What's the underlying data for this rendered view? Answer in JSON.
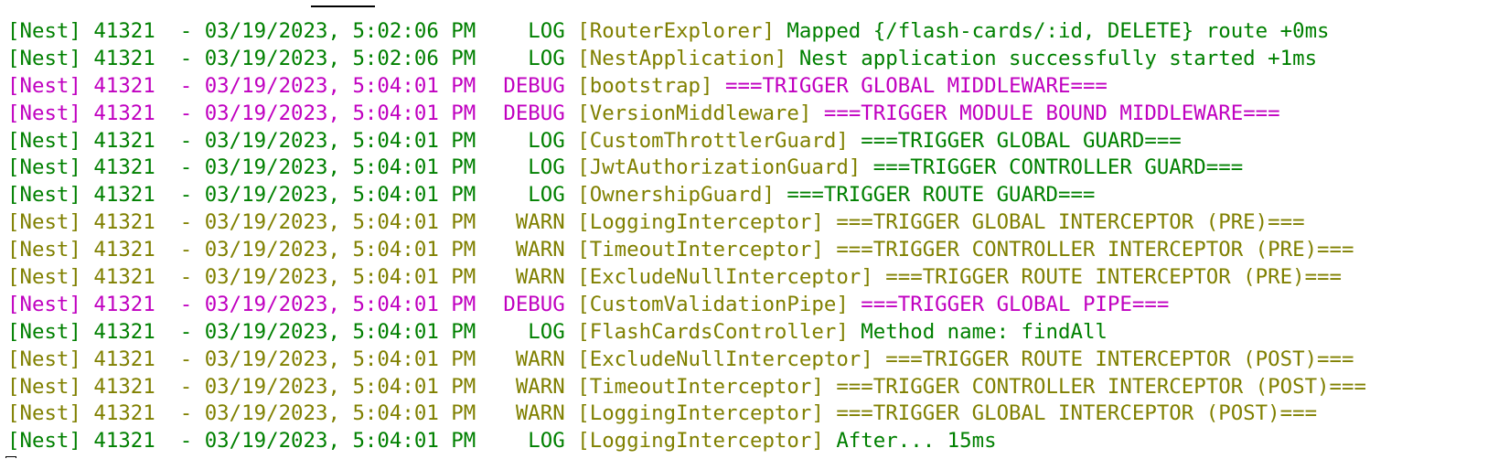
{
  "colors": {
    "log": "#008000",
    "debug": "#c000c0",
    "warn": "#808000",
    "context": "#808000",
    "background": "#ffffff"
  },
  "lines": [
    {
      "prefix": "[Nest] 41321  - ",
      "timestamp": "03/19/2023, 5:02:06 PM",
      "level": "LOG",
      "context": "[RouterExplorer]",
      "message": "Mapped {/flash-cards/:id, DELETE} route +0ms"
    },
    {
      "prefix": "[Nest] 41321  - ",
      "timestamp": "03/19/2023, 5:02:06 PM",
      "level": "LOG",
      "context": "[NestApplication]",
      "message": "Nest application successfully started +1ms"
    },
    {
      "prefix": "[Nest] 41321  - ",
      "timestamp": "03/19/2023, 5:04:01 PM",
      "level": "DEBUG",
      "context": "[bootstrap]",
      "message": "===TRIGGER GLOBAL MIDDLEWARE==="
    },
    {
      "prefix": "[Nest] 41321  - ",
      "timestamp": "03/19/2023, 5:04:01 PM",
      "level": "DEBUG",
      "context": "[VersionMiddleware]",
      "message": "===TRIGGER MODULE BOUND MIDDLEWARE==="
    },
    {
      "prefix": "[Nest] 41321  - ",
      "timestamp": "03/19/2023, 5:04:01 PM",
      "level": "LOG",
      "context": "[CustomThrottlerGuard]",
      "message": "===TRIGGER GLOBAL GUARD==="
    },
    {
      "prefix": "[Nest] 41321  - ",
      "timestamp": "03/19/2023, 5:04:01 PM",
      "level": "LOG",
      "context": "[JwtAuthorizationGuard]",
      "message": "===TRIGGER CONTROLLER GUARD==="
    },
    {
      "prefix": "[Nest] 41321  - ",
      "timestamp": "03/19/2023, 5:04:01 PM",
      "level": "LOG",
      "context": "[OwnershipGuard]",
      "message": "===TRIGGER ROUTE GUARD==="
    },
    {
      "prefix": "[Nest] 41321  - ",
      "timestamp": "03/19/2023, 5:04:01 PM",
      "level": "WARN",
      "context": "[LoggingInterceptor]",
      "message": "===TRIGGER GLOBAL INTERCEPTOR (PRE)==="
    },
    {
      "prefix": "[Nest] 41321  - ",
      "timestamp": "03/19/2023, 5:04:01 PM",
      "level": "WARN",
      "context": "[TimeoutInterceptor]",
      "message": "===TRIGGER CONTROLLER INTERCEPTOR (PRE)==="
    },
    {
      "prefix": "[Nest] 41321  - ",
      "timestamp": "03/19/2023, 5:04:01 PM",
      "level": "WARN",
      "context": "[ExcludeNullInterceptor]",
      "message": "===TRIGGER ROUTE INTERCEPTOR (PRE)==="
    },
    {
      "prefix": "[Nest] 41321  - ",
      "timestamp": "03/19/2023, 5:04:01 PM",
      "level": "DEBUG",
      "context": "[CustomValidationPipe]",
      "message": "===TRIGGER GLOBAL PIPE==="
    },
    {
      "prefix": "[Nest] 41321  - ",
      "timestamp": "03/19/2023, 5:04:01 PM",
      "level": "LOG",
      "context": "[FlashCardsController]",
      "message": "Method name: findAll"
    },
    {
      "prefix": "[Nest] 41321  - ",
      "timestamp": "03/19/2023, 5:04:01 PM",
      "level": "WARN",
      "context": "[ExcludeNullInterceptor]",
      "message": "===TRIGGER ROUTE INTERCEPTOR (POST)==="
    },
    {
      "prefix": "[Nest] 41321  - ",
      "timestamp": "03/19/2023, 5:04:01 PM",
      "level": "WARN",
      "context": "[TimeoutInterceptor]",
      "message": "===TRIGGER CONTROLLER INTERCEPTOR (POST)==="
    },
    {
      "prefix": "[Nest] 41321  - ",
      "timestamp": "03/19/2023, 5:04:01 PM",
      "level": "WARN",
      "context": "[LoggingInterceptor]",
      "message": "===TRIGGER GLOBAL INTERCEPTOR (POST)==="
    },
    {
      "prefix": "[Nest] 41321  - ",
      "timestamp": "03/19/2023, 5:04:01 PM",
      "level": "LOG",
      "context": "[LoggingInterceptor]",
      "message": "After... 15ms"
    }
  ]
}
